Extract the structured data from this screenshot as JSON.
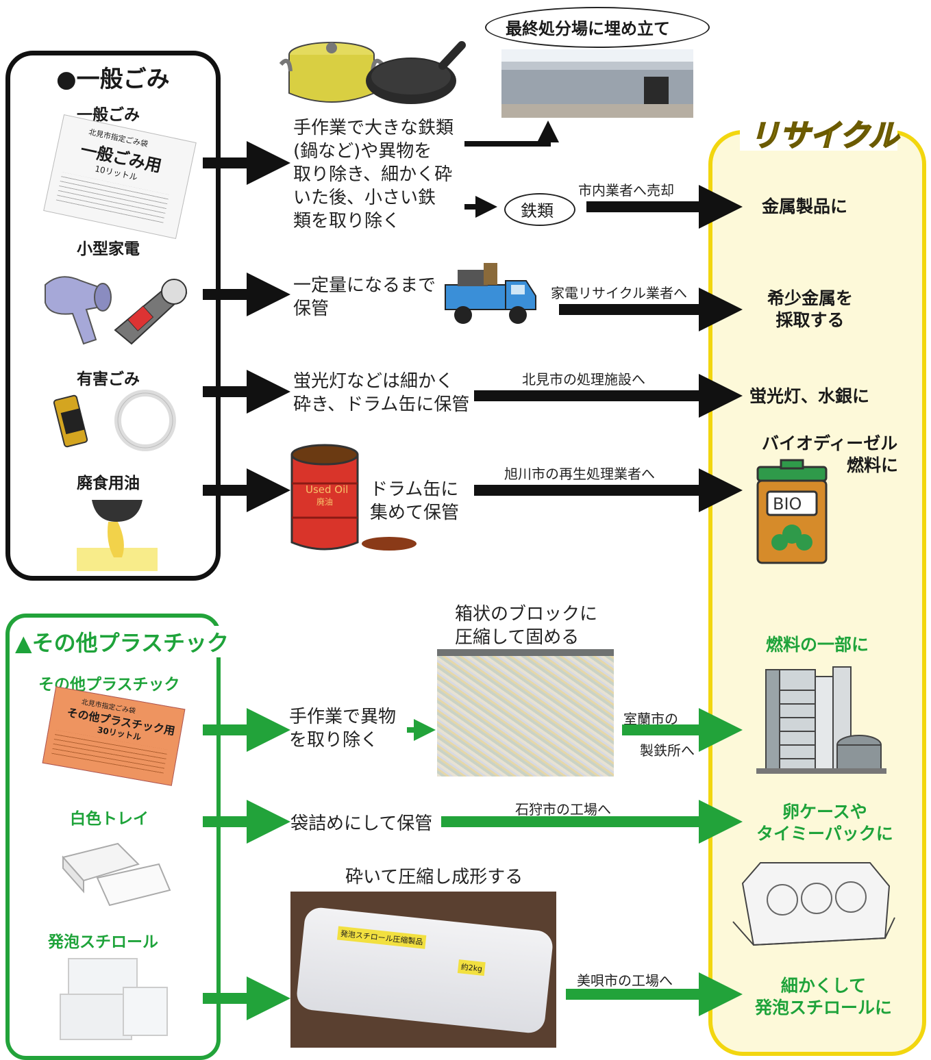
{
  "general": {
    "title": "●一般ごみ",
    "categories": [
      "一般ごみ",
      "小型家電",
      "有害ごみ",
      "廃食用油"
    ],
    "bag_lines": [
      "北見市指定ごみ袋",
      "一般ごみ用",
      "10リットル"
    ]
  },
  "plastic": {
    "title": "▲その他プラスチック",
    "categories": [
      "その他プラスチック",
      "白色トレイ",
      "発泡スチロール"
    ],
    "bag_lines": [
      "北見市指定ごみ袋",
      "その他プラスチック用",
      "30リットル"
    ]
  },
  "landfill": {
    "label": "最終処分場に埋め立て"
  },
  "process": {
    "general_lines": [
      "手作業で大きな鉄類",
      "(鍋など)や異物を",
      "取り除き、細かく砕",
      "いた後、小さい鉄",
      "類を取り除く"
    ],
    "iron": "鉄類",
    "appliance_lines": [
      "一定量になるまで",
      "保管"
    ],
    "hazard_lines": [
      "蛍光灯などは細かく",
      "砕き、ドラム缶に保管"
    ],
    "oil_lines": [
      "ドラム缶に",
      "集めて保管"
    ],
    "oil_drum_label": [
      "Used Oil",
      "廃油"
    ],
    "plastic_lines": [
      "手作業で異物",
      "を取り除く"
    ],
    "block_caption": [
      "箱状のブロックに",
      "圧縮して固める"
    ],
    "tray_text": "袋詰めにして保管",
    "foam_caption": "砕いて圧縮し成形する",
    "foam_block_labels": [
      "発泡スチロール圧縮製品",
      "約2kg"
    ]
  },
  "routes": {
    "iron_sale": "市内業者へ売却",
    "appliance": "家電リサイクル業者へ",
    "hazard": "北見市の処理施設へ",
    "oil": "旭川市の再生処理業者へ",
    "plastic": [
      "室蘭市の",
      "製鉄所へ"
    ],
    "tray": "石狩市の工場へ",
    "foam": "美唄市の工場へ"
  },
  "recycle": {
    "title": "リサイクル",
    "metal": "金属製品に",
    "rare": [
      "希少金属を",
      "採取する"
    ],
    "lamp": "蛍光灯、水銀に",
    "bio": [
      "バイオディーゼル",
      "燃料に"
    ],
    "bio_label": "BIO",
    "fuel": "燃料の一部に",
    "egg": [
      "卵ケースや",
      "タイミーパックに"
    ],
    "foam": [
      "細かくして",
      "発泡スチロールに"
    ]
  },
  "colors": {
    "black": "#111111",
    "green": "#22a33a",
    "yellow": "#f2d60f",
    "yellow_bg": "#fdf9d9"
  }
}
